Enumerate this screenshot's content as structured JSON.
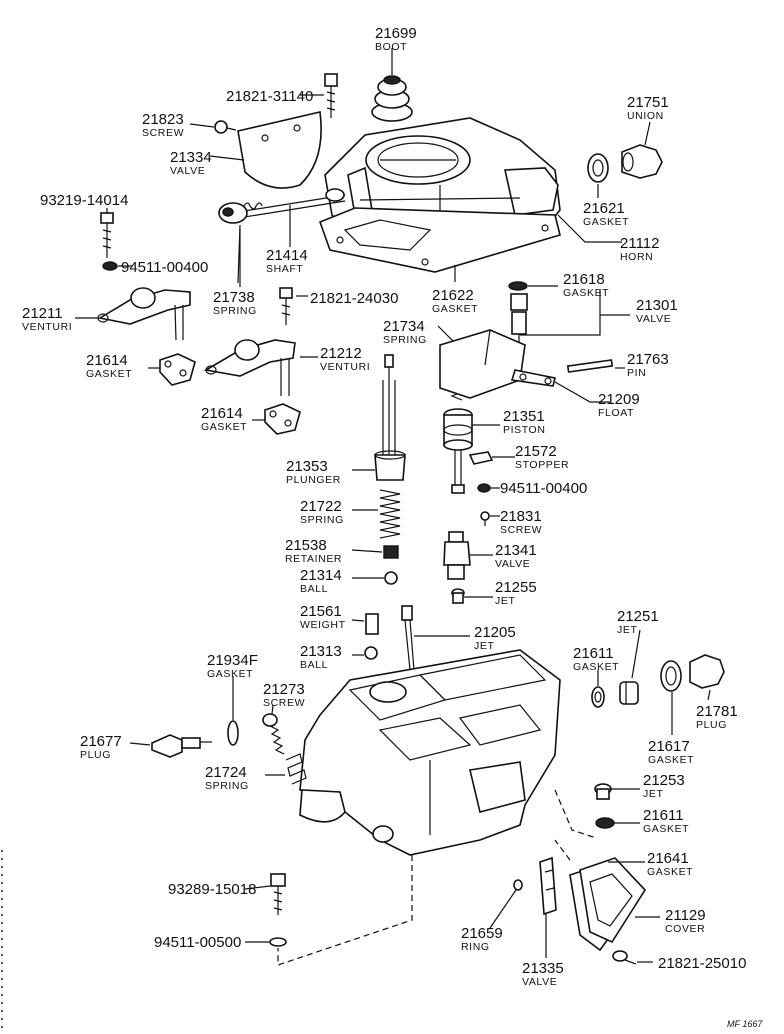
{
  "callouts": [
    {
      "id": "21699",
      "name": "BOOT"
    },
    {
      "id": "21821-31140",
      "name": ""
    },
    {
      "id": "21823",
      "name": "SCREW"
    },
    {
      "id": "21334",
      "name": "VALVE"
    },
    {
      "id": "21751",
      "name": "UNION"
    },
    {
      "id": "21621",
      "name": "GASKET"
    },
    {
      "id": "21112",
      "name": "HORN"
    },
    {
      "id": "93219-14014",
      "name": ""
    },
    {
      "id": "94511-00400",
      "name": ""
    },
    {
      "id": "21414",
      "name": "SHAFT"
    },
    {
      "id": "21618",
      "name": "GASKET"
    },
    {
      "id": "21301",
      "name": "VALVE"
    },
    {
      "id": "21622",
      "name": "GASKET"
    },
    {
      "id": "21211",
      "name": "VENTURI"
    },
    {
      "id": "21738",
      "name": "SPRING"
    },
    {
      "id": "21821-24030",
      "name": ""
    },
    {
      "id": "21734",
      "name": "SPRING"
    },
    {
      "id": "21614",
      "name": "GASKET"
    },
    {
      "id": "21212",
      "name": "VENTURI"
    },
    {
      "id": "21763",
      "name": "PIN"
    },
    {
      "id": "21209",
      "name": "FLOAT"
    },
    {
      "id": "21614",
      "name": "GASKET"
    },
    {
      "id": "21351",
      "name": "PISTON"
    },
    {
      "id": "21572",
      "name": "STOPPER"
    },
    {
      "id": "21353",
      "name": "PLUNGER"
    },
    {
      "id": "94511-00400",
      "name": ""
    },
    {
      "id": "21722",
      "name": "SPRING"
    },
    {
      "id": "21831",
      "name": "SCREW"
    },
    {
      "id": "21538",
      "name": "RETAINER"
    },
    {
      "id": "21341",
      "name": "VALVE"
    },
    {
      "id": "21314",
      "name": "BALL"
    },
    {
      "id": "21255",
      "name": "JET"
    },
    {
      "id": "21561",
      "name": "WEIGHT"
    },
    {
      "id": "21205",
      "name": "JET"
    },
    {
      "id": "21251",
      "name": "JET"
    },
    {
      "id": "21313",
      "name": "BALL"
    },
    {
      "id": "21611",
      "name": "GASKET"
    },
    {
      "id": "21934F",
      "name": "GASKET"
    },
    {
      "id": "21273",
      "name": "SCREW"
    },
    {
      "id": "21781",
      "name": "PLUG"
    },
    {
      "id": "21677",
      "name": "PLUG"
    },
    {
      "id": "21617",
      "name": "GASKET"
    },
    {
      "id": "21724",
      "name": "SPRING"
    },
    {
      "id": "21253",
      "name": "JET"
    },
    {
      "id": "21611",
      "name": "GASKET"
    },
    {
      "id": "21641",
      "name": "GASKET"
    },
    {
      "id": "93289-15018",
      "name": ""
    },
    {
      "id": "21129",
      "name": "COVER"
    },
    {
      "id": "21659",
      "name": "RING"
    },
    {
      "id": "94511-00500",
      "name": ""
    },
    {
      "id": "21335",
      "name": "VALVE"
    },
    {
      "id": "21821-25010",
      "name": ""
    }
  ],
  "footer": "MF 1667"
}
